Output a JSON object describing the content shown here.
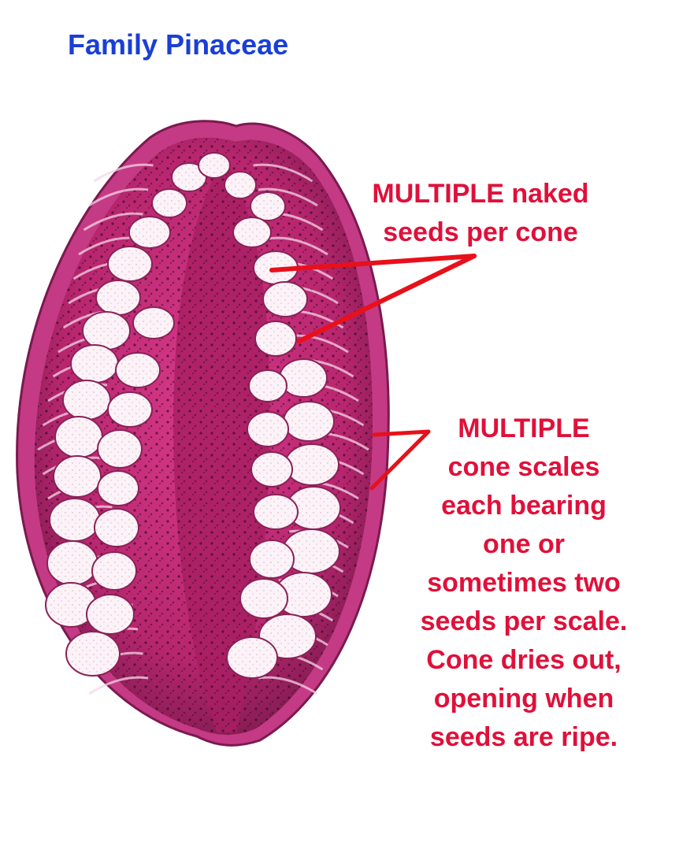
{
  "title": "Family Pinaceae",
  "colors": {
    "title": "#1a3fd6",
    "annotation": "#e0103a",
    "stain_dark": "#7a1a4e",
    "stain_mid": "#c0287a",
    "stain_light": "#e66aa8",
    "seed_fill": "#fbf3f7"
  },
  "annotations": [
    {
      "lines": [
        "MULTIPLE naked",
        "seeds per cone"
      ]
    },
    {
      "lines": [
        "MULTIPLE",
        "cone scales",
        "each bearing",
        "one or",
        "sometimes two",
        "seeds per scale.",
        "Cone dries out,",
        "opening when",
        "seeds are ripe."
      ]
    }
  ]
}
